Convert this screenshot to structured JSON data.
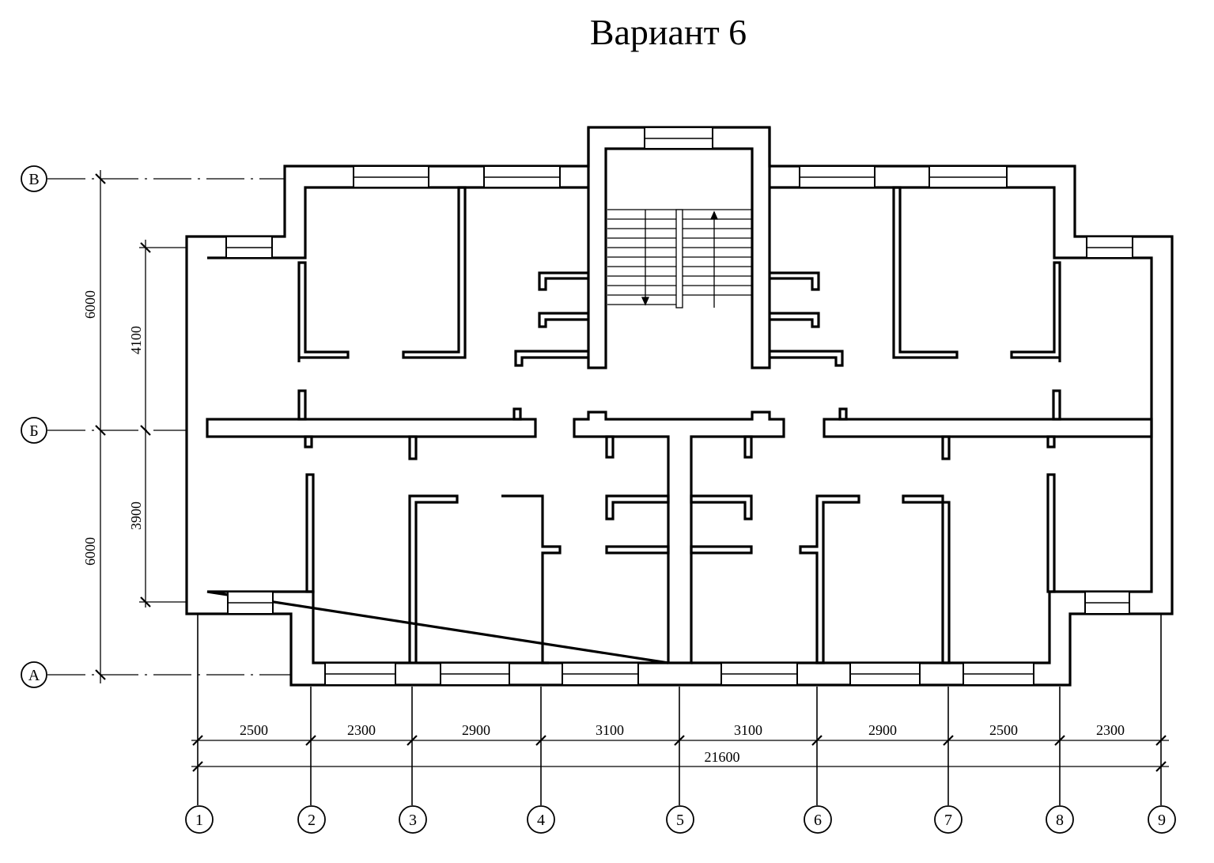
{
  "title": "Вариант 6",
  "row_axes": [
    {
      "label": "В"
    },
    {
      "label": "Б"
    },
    {
      "label": "А"
    }
  ],
  "column_axes": [
    {
      "label": "1"
    },
    {
      "label": "2"
    },
    {
      "label": "3"
    },
    {
      "label": "4"
    },
    {
      "label": "5"
    },
    {
      "label": "6"
    },
    {
      "label": "7"
    },
    {
      "label": "8"
    },
    {
      "label": "9"
    }
  ],
  "dimensions": {
    "column_spans": [
      "2500",
      "2300",
      "2900",
      "3100",
      "3100",
      "2900",
      "2500",
      "2300"
    ],
    "total": "21600",
    "row_spans_outer": [
      "6000",
      "6000"
    ],
    "row_spans_inner": [
      "4100",
      "3900"
    ]
  }
}
